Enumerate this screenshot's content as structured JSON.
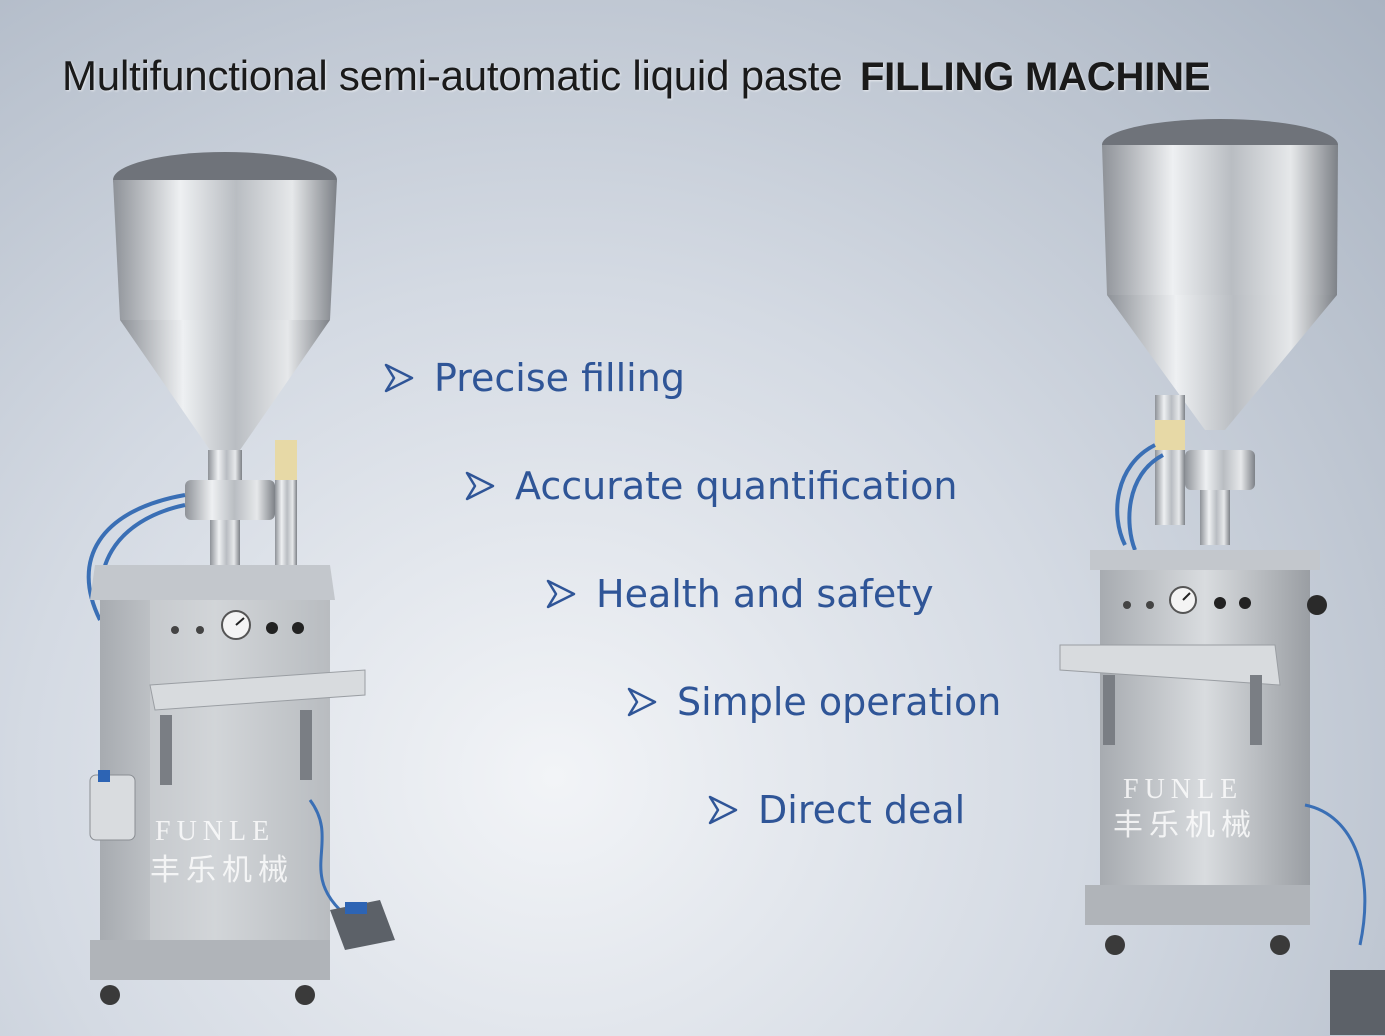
{
  "title": {
    "regular": "Multifunctional semi-automatic liquid paste",
    "bold": "FILLING MACHINE"
  },
  "features": [
    "Precise filling",
    "Accurate quantification",
    "Health and safety",
    "Simple operation",
    "Direct deal"
  ],
  "watermark": {
    "brand": "FUNLE",
    "chinese": "丰乐机械"
  },
  "icons": {
    "bullet": "arrowhead-bullet-icon"
  },
  "colors": {
    "feature_text": "#2f5597",
    "title_text": "#1a1a1a",
    "steel": "#c9ccd0"
  }
}
